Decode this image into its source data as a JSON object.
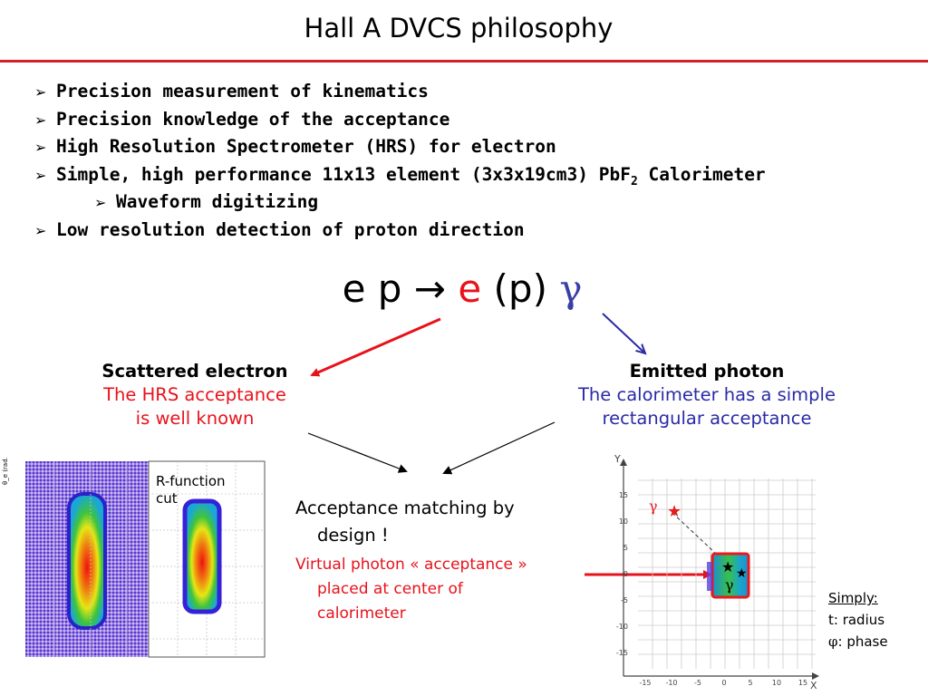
{
  "slide": {
    "title": "Hall A  DVCS philosophy",
    "accent_color": "#d81e28",
    "bullets": [
      {
        "text": "Precision measurement of kinematics"
      },
      {
        "text": "Precision knowledge of the acceptance"
      },
      {
        "text": "High Resolution Spectrometer (HRS) for electron"
      },
      {
        "text": "Simple, high performance 11x13 element (3x3x19cm3) PbF",
        "sub": "2",
        "after": " Calorimeter"
      },
      {
        "text": "Waveform digitizing"
      },
      {
        "text": "Low resolution detection of proton direction"
      }
    ],
    "reaction": {
      "prefix": "e p → ",
      "electron": "e",
      "proton": " (p) ",
      "photon": "γ"
    },
    "electron_block": {
      "heading": "Scattered electron",
      "line1": "The HRS acceptance",
      "line2": "is well known"
    },
    "photon_block": {
      "heading": "Emitted photon",
      "line1": "The calorimeter has a simple",
      "line2": "rectangular acceptance"
    },
    "matching": {
      "line1": "Acceptance matching by",
      "line2": "design !",
      "virtual1": "Virtual photon « acceptance »",
      "virtual2": "placed at center of",
      "virtual3": "calorimeter"
    },
    "hrs_plot": {
      "y_label": "θ_e (rad.)",
      "cut_label1": "R-function",
      "cut_label2": "cut"
    },
    "calo_plot": {
      "x_axis_label": "X",
      "y_axis_label": "Y",
      "x_ticks": [
        "-15",
        "-10",
        "-5",
        "0",
        "5",
        "10",
        "15"
      ],
      "y_ticks": [
        "15",
        "10",
        "5",
        "0",
        "-5",
        "-10",
        "-15"
      ],
      "gamma_outside": "γ",
      "gamma_inside": "γ"
    },
    "simply": {
      "heading": "Simply:",
      "line1": "t: radius",
      "phi": "φ",
      "line2": ": phase"
    }
  }
}
